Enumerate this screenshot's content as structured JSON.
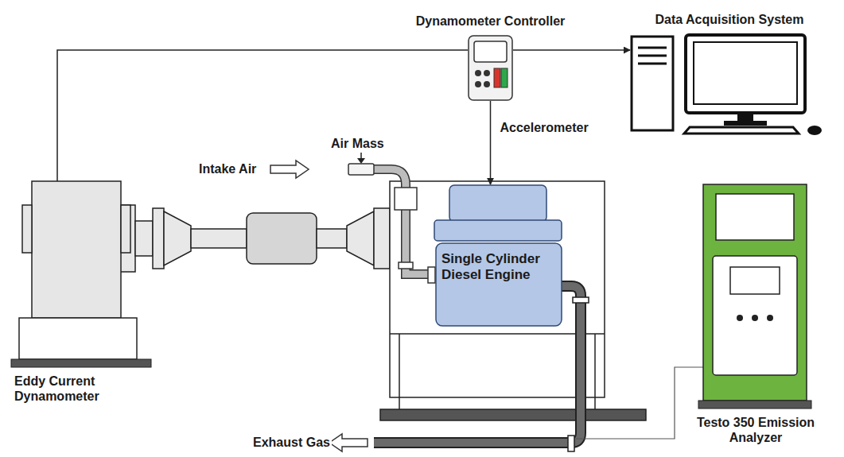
{
  "diagram": {
    "nodes": [
      {
        "text": [
          "Dynamometer Controller"
        ]
      },
      {
        "text": [
          "Data Acquisition System"
        ]
      },
      {
        "text": [
          "Eddy Current Dynamometer"
        ]
      },
      {
        "text": [
          "Single Cylinder Diesel Engine"
        ]
      },
      {
        "text": [
          "Testo 350 Emission Analyzer"
        ]
      }
    ],
    "edges": [
      {
        "from": 2,
        "to": 0,
        "arrow": "none"
      },
      {
        "from": 0,
        "to": 1,
        "arrow": "to"
      },
      {
        "from": 0,
        "to": 3,
        "label": "Accelerometer",
        "arrow": "to"
      }
    ],
    "labels": [
      "Air Mass",
      "Intake Air",
      "Exhaust Gas"
    ]
  }
}
